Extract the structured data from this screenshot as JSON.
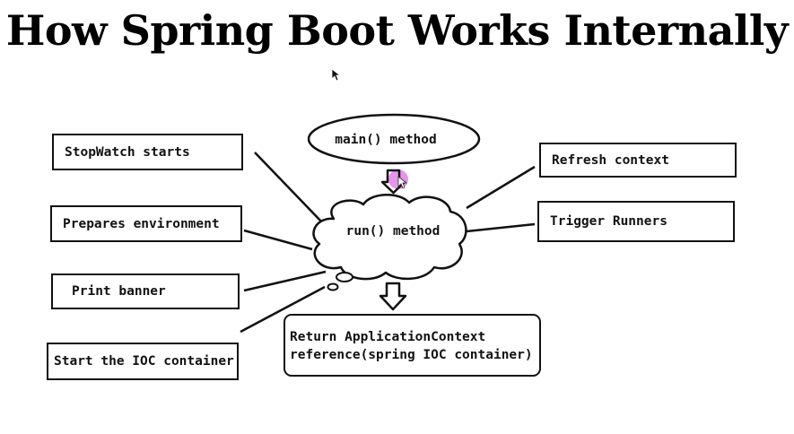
{
  "title": "How Spring Boot Works Internally",
  "diagram": {
    "main_node": "main() method",
    "run_node": "run() method",
    "left_steps": [
      "StopWatch starts",
      "Prepares environment",
      "Print banner",
      "Start the IOC container"
    ],
    "right_steps": [
      "Refresh context",
      "Trigger Runners"
    ],
    "result_lines": [
      "Return ApplicationContext",
      "reference(spring IOC container)"
    ]
  },
  "colors": {
    "line": "#111111",
    "highlight": "#e07be6"
  },
  "icons": [
    "arrow-down-icon",
    "mouse-cursor-icon",
    "cursor-highlight-icon"
  ]
}
